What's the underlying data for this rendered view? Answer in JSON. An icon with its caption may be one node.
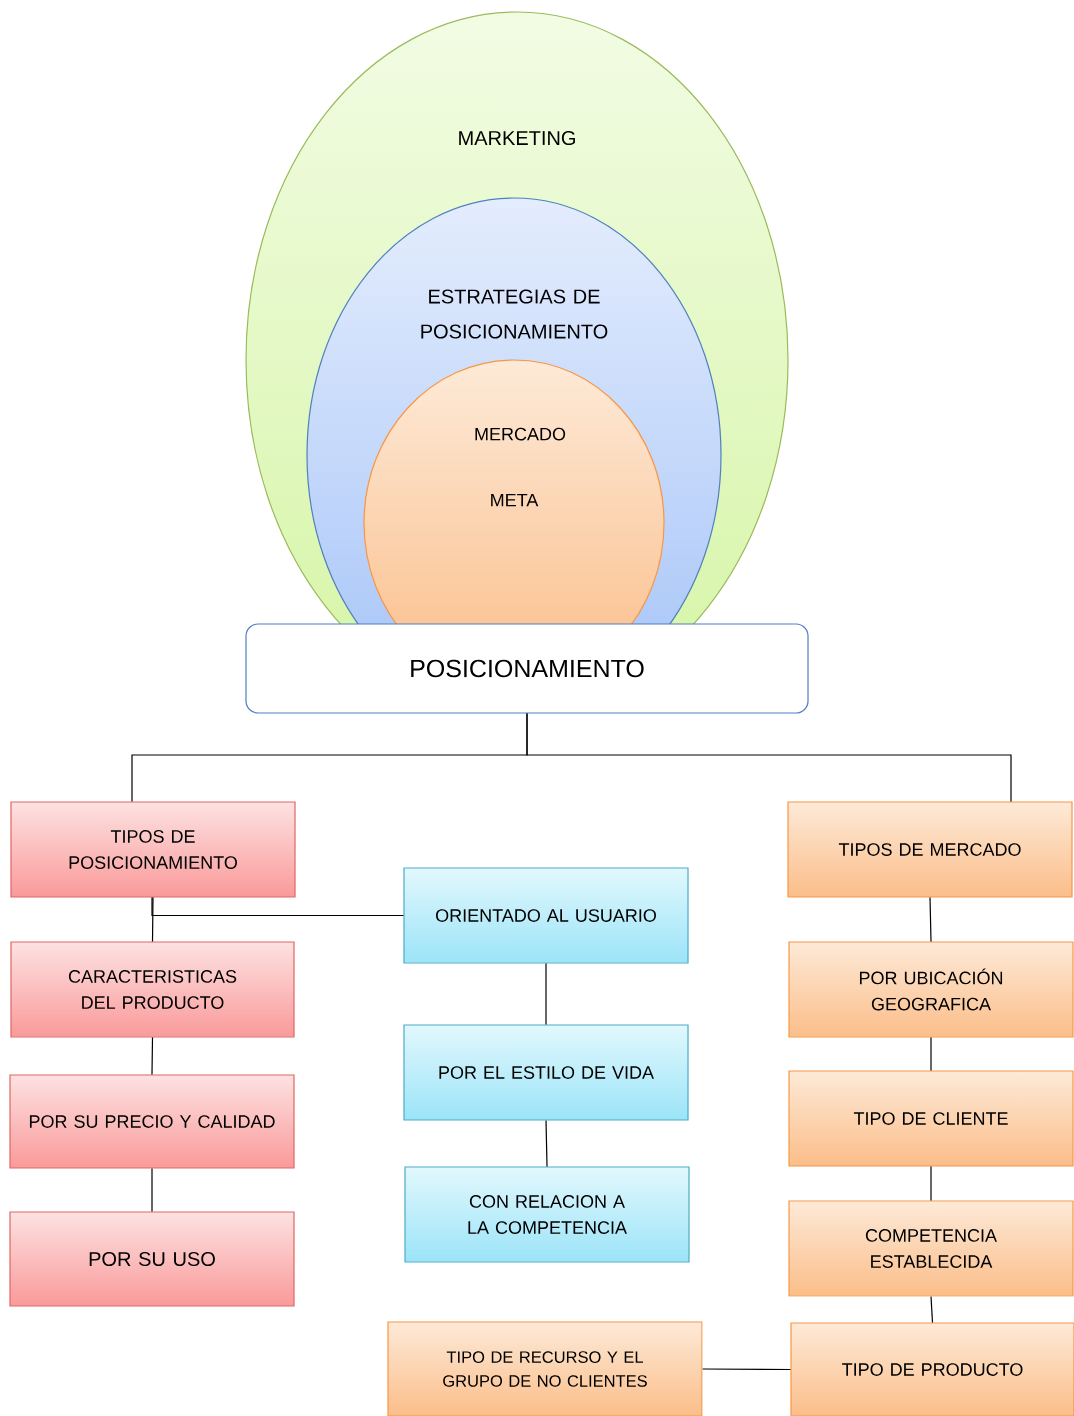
{
  "diagram": {
    "nodes": [
      {
        "text": [
          "MARKETING"
        ]
      },
      {
        "text": [
          "ESTRATEGIAS DE POSICIONAMIENTO"
        ],
        "in": 0
      },
      {
        "text": [
          "MERCADO META"
        ],
        "in": 1
      },
      {
        "text": [
          "POSICIONAMIENTO"
        ]
      },
      {
        "text": [
          "TIPOS DE POSICIONAMIENTO"
        ]
      },
      {
        "text": [
          "ORIENTADO AL USUARIO"
        ]
      },
      {
        "text": [
          "TIPOS DE MERCADO"
        ]
      },
      {
        "text": [
          "CARACTERISTICAS DEL PRODUCTO"
        ]
      },
      {
        "text": [
          "POR EL ESTILO DE VIDA"
        ]
      },
      {
        "text": [
          "POR UBICACIÓN GEOGRAFICA"
        ]
      },
      {
        "text": [
          "POR SU PRECIO Y CALIDAD"
        ]
      },
      {
        "text": [
          "CON RELACION A LA COMPETENCIA"
        ]
      },
      {
        "text": [
          "TIPO DE CLIENTE"
        ]
      },
      {
        "text": [
          "POR SU USO"
        ]
      },
      {
        "text": [
          "COMPETENCIA ESTABLECIDA"
        ]
      },
      {
        "text": [
          "TIPO DE RECURSO Y EL GRUPO DE NO CLIENTES"
        ]
      },
      {
        "text": [
          "TIPO DE PRODUCTO"
        ]
      }
    ],
    "edges": [
      {
        "from": 3,
        "to": 4,
        "arrow": "none"
      },
      {
        "from": 3,
        "to": 6,
        "arrow": "none"
      },
      {
        "from": 4,
        "to": 5,
        "arrow": "none"
      },
      {
        "from": 4,
        "to": 7,
        "arrow": "none"
      },
      {
        "from": 7,
        "to": 10,
        "arrow": "none"
      },
      {
        "from": 10,
        "to": 13,
        "arrow": "none"
      },
      {
        "from": 5,
        "to": 8,
        "arrow": "none"
      },
      {
        "from": 8,
        "to": 11,
        "arrow": "none"
      },
      {
        "from": 6,
        "to": 9,
        "arrow": "none"
      },
      {
        "from": 9,
        "to": 12,
        "arrow": "none"
      },
      {
        "from": 12,
        "to": 14,
        "arrow": "none"
      },
      {
        "from": 14,
        "to": 16,
        "arrow": "none"
      },
      {
        "from": 16,
        "to": 15,
        "arrow": "none"
      }
    ]
  }
}
